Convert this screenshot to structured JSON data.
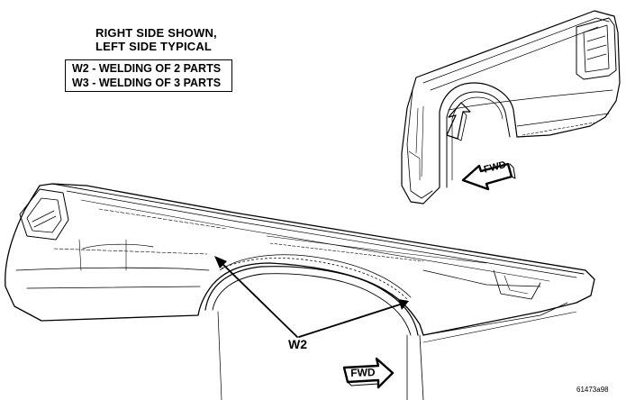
{
  "notes": {
    "line1": "RIGHT SIDE SHOWN,",
    "line2": "LEFT SIDE TYPICAL"
  },
  "legend": {
    "row1": "W2 - WELDING OF 2 PARTS",
    "row2": "W3 - WELDING OF 3 PARTS"
  },
  "callouts": {
    "weld_label": "W2"
  },
  "direction": {
    "arrow_small": "FWD",
    "arrow_large": "FWD"
  },
  "figure_code": "61473a98"
}
